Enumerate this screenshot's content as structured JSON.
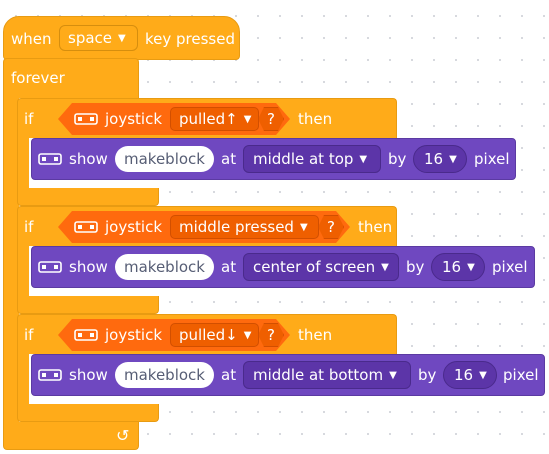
{
  "hat": {
    "when": "when",
    "key": "space",
    "suffix": "key pressed"
  },
  "forever": {
    "label": "forever"
  },
  "caret_glyph": "▼",
  "repeat_icon": "↺",
  "if_blocks": [
    {
      "if_label": "if",
      "then_label": "then",
      "sensor": "joystick",
      "condition": "pulled↑",
      "q": "?",
      "show": {
        "show_label": "show",
        "text": "makeblock",
        "at_label": "at",
        "position": "middle at top",
        "by_label": "by",
        "size": "16",
        "unit": "pixel"
      }
    },
    {
      "if_label": "if",
      "then_label": "then",
      "sensor": "joystick",
      "condition": "middle pressed",
      "q": "?",
      "show": {
        "show_label": "show",
        "text": "makeblock",
        "at_label": "at",
        "position": "center of screen",
        "by_label": "by",
        "size": "16",
        "unit": "pixel"
      }
    },
    {
      "if_label": "if",
      "then_label": "then",
      "sensor": "joystick",
      "condition": "pulled↓",
      "q": "?",
      "show": {
        "show_label": "show",
        "text": "makeblock",
        "at_label": "at",
        "position": "middle at bottom",
        "by_label": "by",
        "size": "16",
        "unit": "pixel"
      }
    }
  ],
  "colors": {
    "events": "#ffab19",
    "boolean": "#ff6a0e",
    "display": "#6f48c0"
  }
}
